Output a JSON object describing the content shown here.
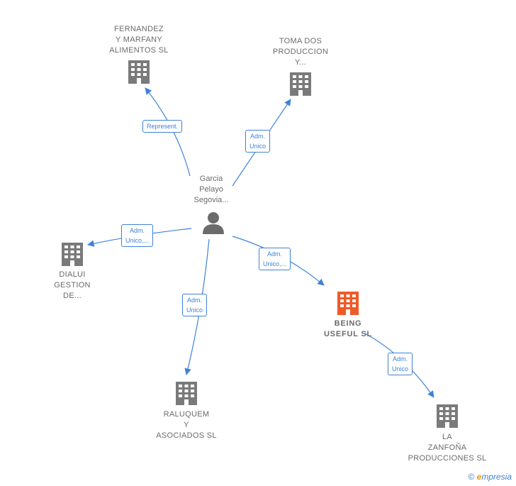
{
  "person": {
    "label": "Garcia\nPelayo\nSegovia..."
  },
  "companies": {
    "fernandez": {
      "label": "FERNANDEZ\nY MARFANY\nALIMENTOS SL"
    },
    "toma": {
      "label": "TOMA DOS\nPRODUCCION\nY..."
    },
    "dialui": {
      "label": "DIALUI\nGESTION\nDE..."
    },
    "being": {
      "label": "BEING\nUSEFUL  SL"
    },
    "raluquem": {
      "label": "RALUQUEM\nY\nASOCIADOS SL"
    },
    "zanfona": {
      "label": "LA\nZANFOÑA\nPRODUCCIONES SL"
    }
  },
  "edges": {
    "represent": "Represent.",
    "adm_toma": "Adm.\nUnico",
    "adm_dialui": "Adm.\nUnico,...",
    "adm_being": "Adm.\nUnico,...",
    "adm_raluquem": "Adm.\nUnico",
    "adm_zanfona": "Adm.\nUnico"
  },
  "colors": {
    "edge": "#3f82d6",
    "building": "#7a7a7a",
    "highlight": "#f05a28",
    "person": "#6b6b6b"
  },
  "brand": {
    "copyright": "©",
    "initial": "e",
    "rest": "mpresia"
  }
}
